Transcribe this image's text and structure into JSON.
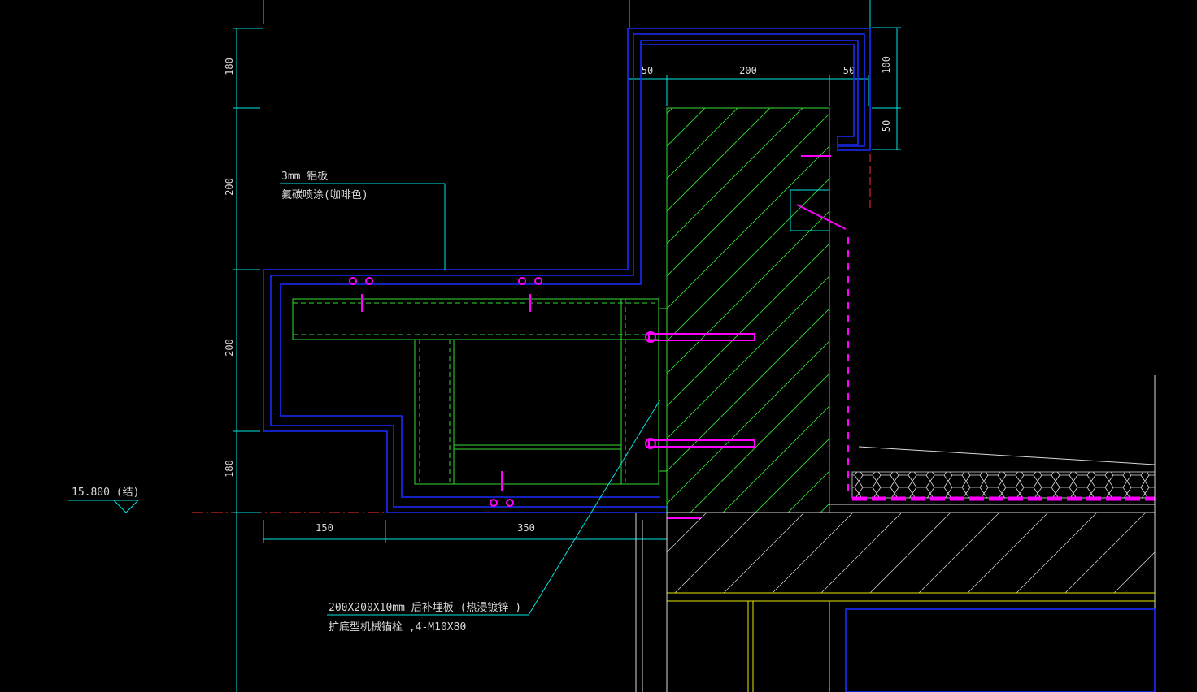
{
  "drawing": {
    "vertical_dims": [
      "180",
      "200",
      "200",
      "180"
    ],
    "top_dims": [
      "50",
      "200",
      "50"
    ],
    "right_dims": [
      "100",
      "50"
    ],
    "bottom_dims": [
      "150",
      "350"
    ],
    "elevation": "15.800 (结)",
    "note_panel": {
      "line1": "3mm 铝板",
      "line2": "氟碳喷涂(咖啡色)"
    },
    "note_anchor": {
      "line1": "200X200X10mm  后补埋板 (热浸镀锌 )",
      "line2": "扩底型机械锚栓   ,4-M10X80"
    }
  },
  "colors": {
    "background": "#000000",
    "dimension": "#00e5e5",
    "panel": "#1a2cff",
    "steel": "#33dd33",
    "anchor": "#ff00ff",
    "axis": "#ff3030",
    "beam": "#e8e800"
  }
}
